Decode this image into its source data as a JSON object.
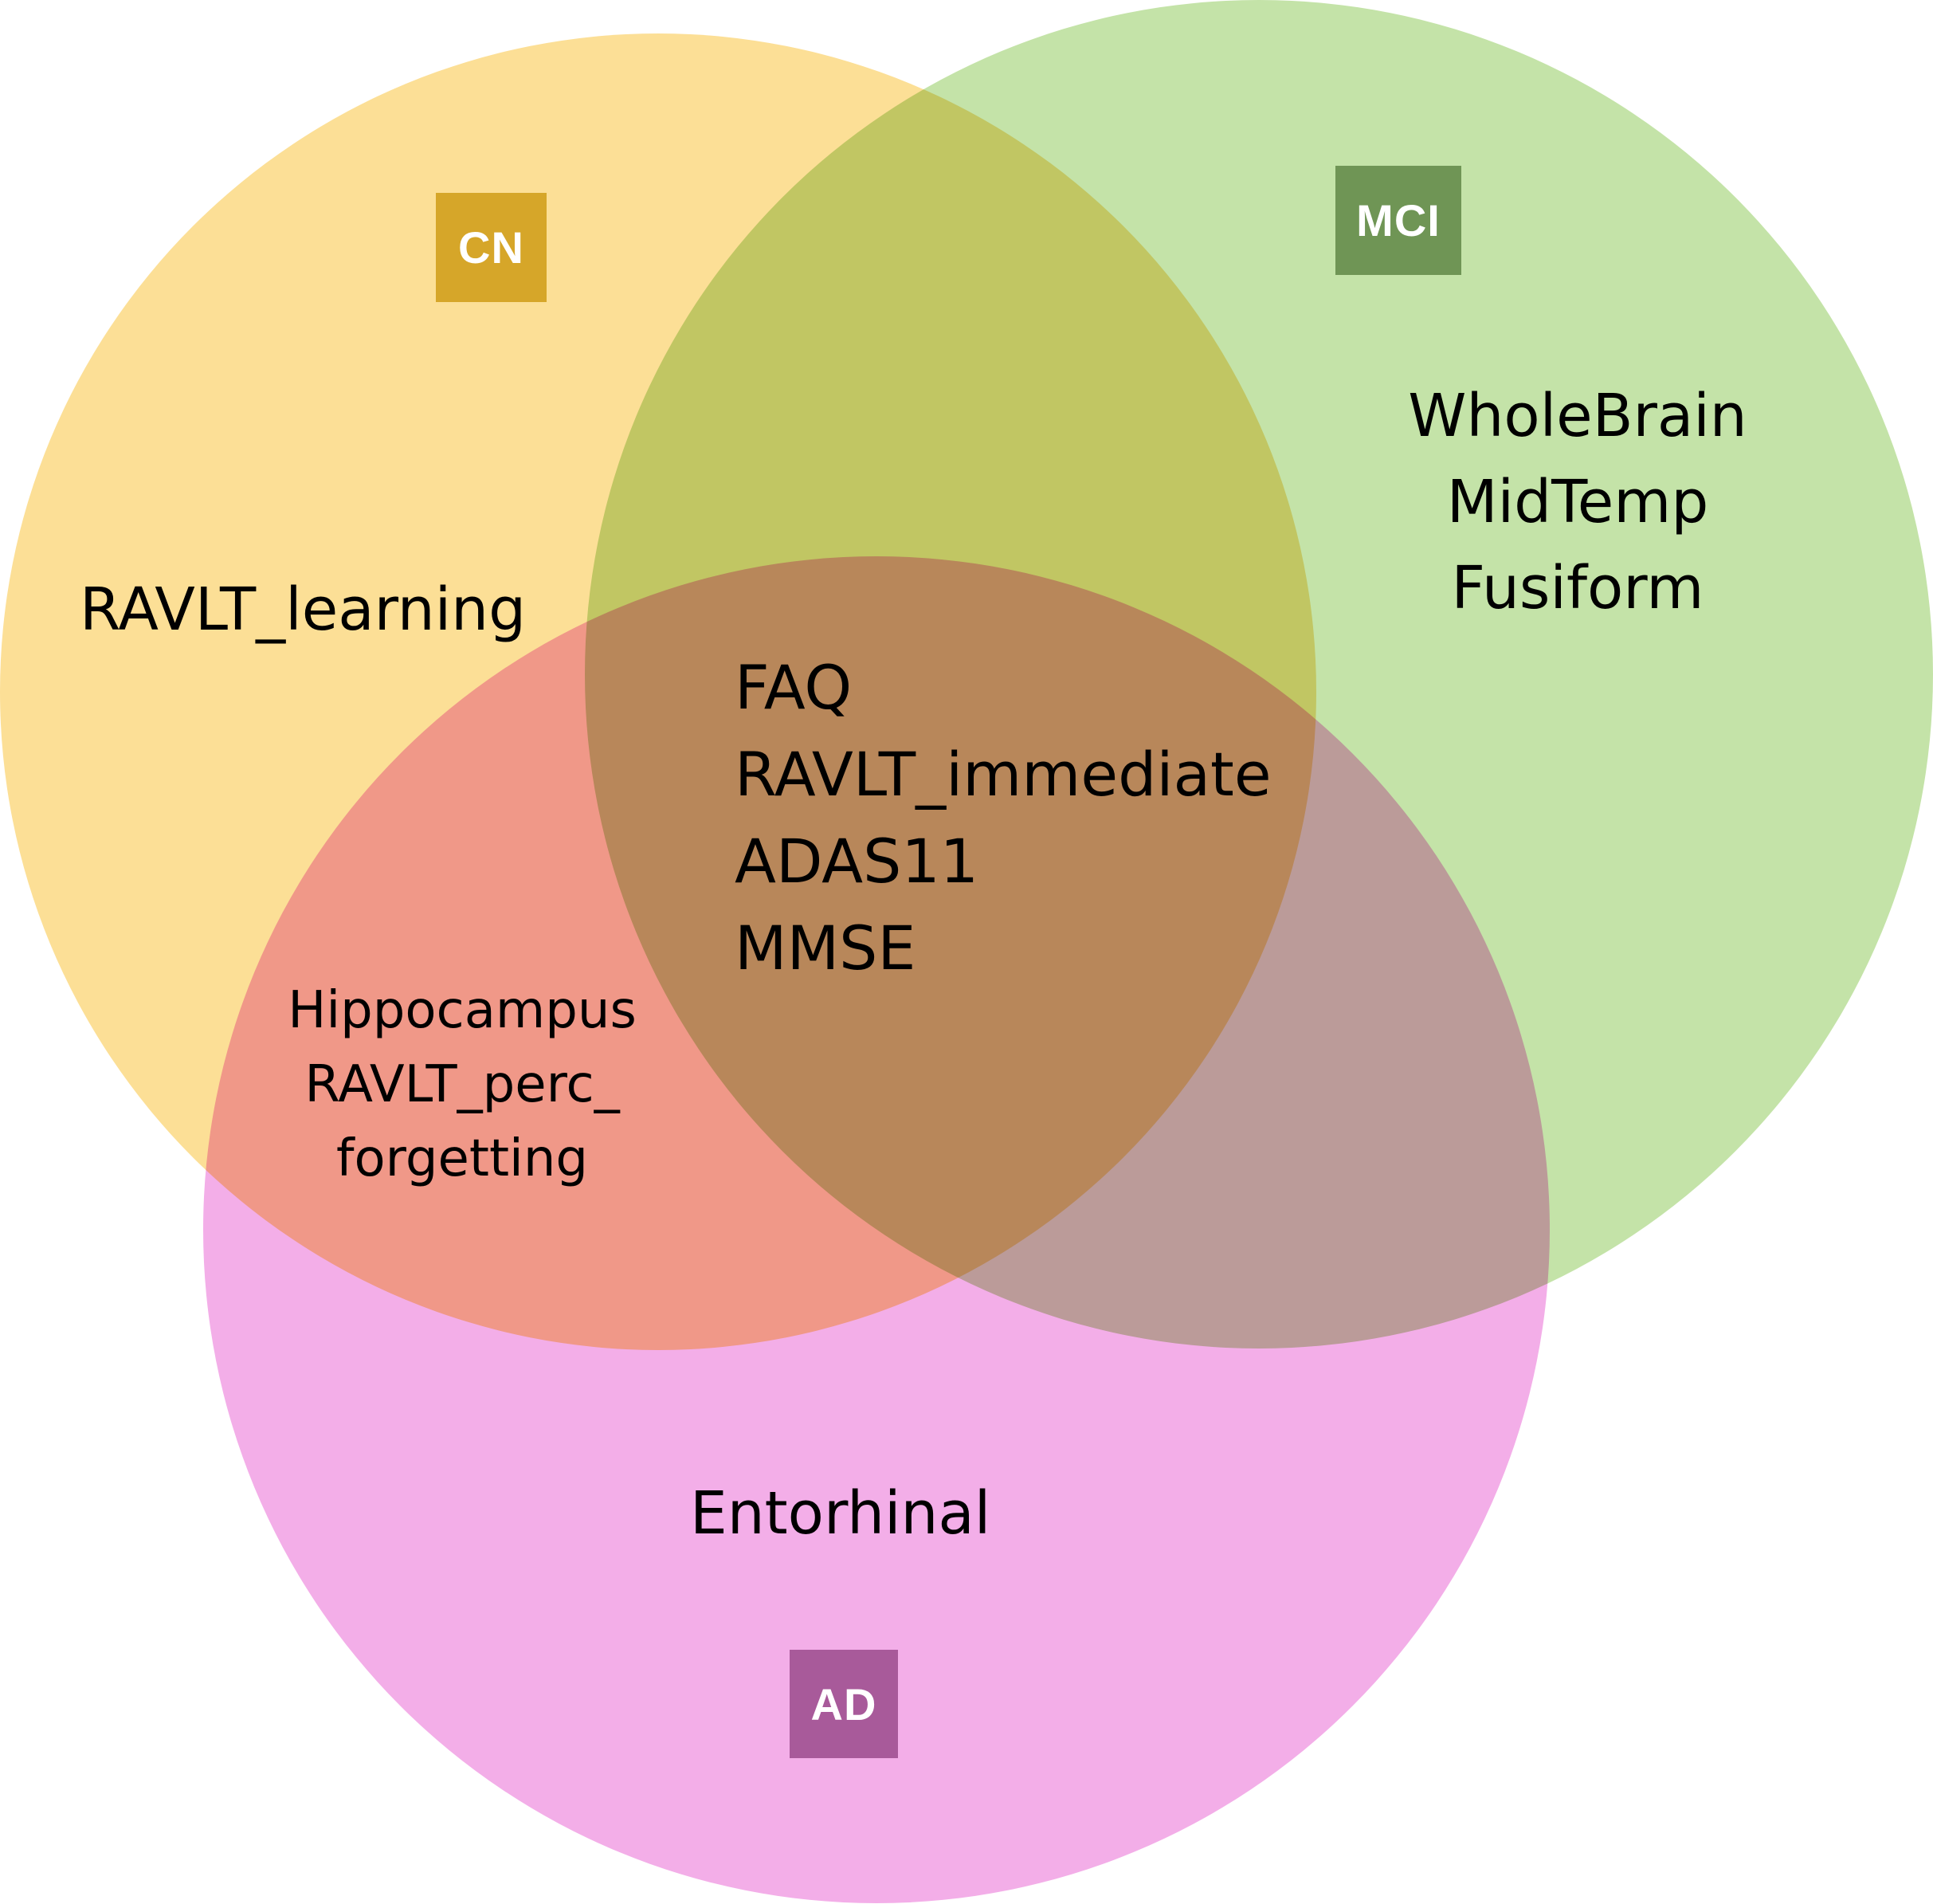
{
  "colors": {
    "cn_circle": "#fcdf96",
    "mci_circle": "#c4e3a8",
    "ad_circle": "#f3aee8",
    "cn_badge": "#d6a629",
    "mci_badge": "#6f9555",
    "ad_badge": "#a85a9a",
    "text": "#000000"
  },
  "sets": {
    "cn": {
      "label": "CN"
    },
    "mci": {
      "label": "MCI"
    },
    "ad": {
      "label": "AD"
    }
  },
  "regions": {
    "cn_only": [
      "RAVLT_learning"
    ],
    "mci_only": [
      "WholeBrain",
      "MidTemp",
      "Fusiform"
    ],
    "ad_only": [
      "Entorhinal"
    ],
    "cn_ad": [
      "Hippocampus",
      "RAVLT_perc_",
      "forgetting"
    ],
    "all_three": [
      "FAQ",
      "RAVLT_immediate",
      "ADAS11",
      "MMSE"
    ]
  }
}
